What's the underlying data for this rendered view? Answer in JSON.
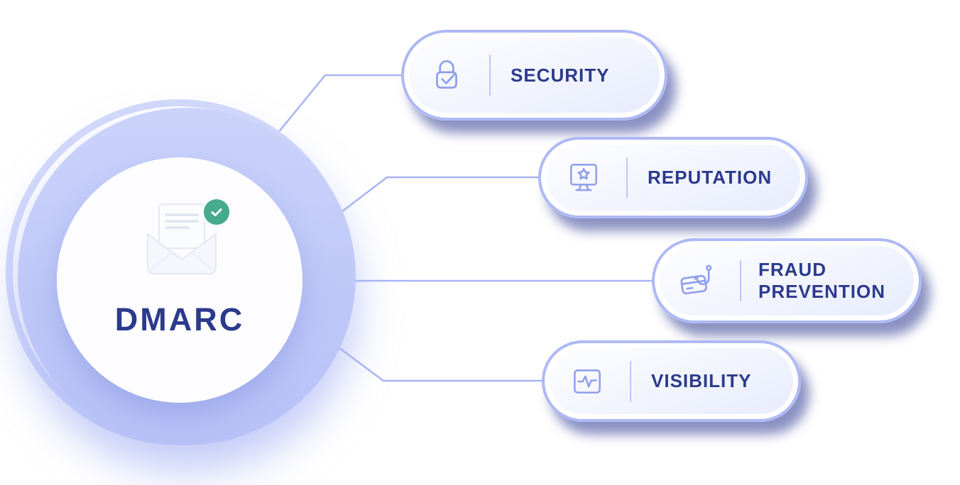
{
  "title": "DMARC benefits diagram",
  "center": {
    "label": "DMARC",
    "icon": "verified-email-icon"
  },
  "nodes": [
    {
      "id": "security",
      "label": "SECURITY",
      "icon": "lock-check-icon"
    },
    {
      "id": "reputation",
      "label": "REPUTATION",
      "icon": "monitor-star-icon"
    },
    {
      "id": "fraud-prevention",
      "label": "FRAUD PREVENTION",
      "icon": "credit-card-hook-icon"
    },
    {
      "id": "visibility",
      "label": "VISIBILITY",
      "icon": "monitor-pulse-icon"
    }
  ],
  "colors": {
    "navy_text": "#2B3A8C",
    "pill_border": "#AEB9F5",
    "icon_stroke": "#8E9EEB",
    "circle_fill": "#BFC9F8",
    "connector": "#A9B5F2",
    "badge_green": "#46AB8D",
    "shadow_navy": "#2C388F"
  }
}
